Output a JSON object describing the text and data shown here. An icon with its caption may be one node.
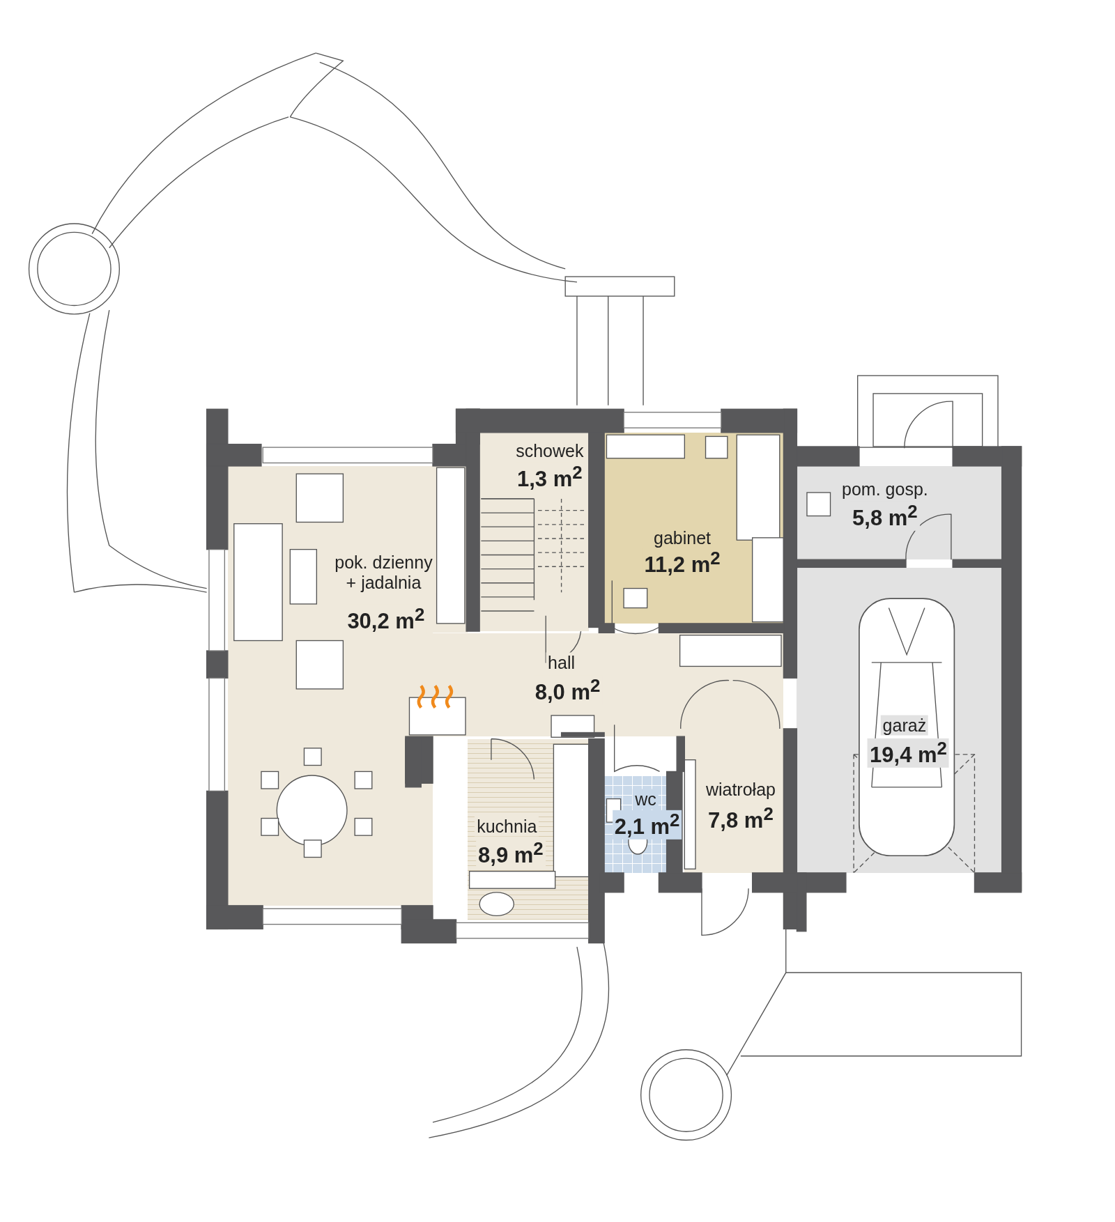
{
  "diagram": {
    "nodes": [
      {
        "text": [
          "schowek",
          "1,3 m$^{2}$"
        ]
      },
      {
        "text": [
          "pom. gosp.",
          "5,8 m$^{2}$"
        ]
      },
      {
        "text": [
          "gabinet",
          "11,2 m$^{2}$"
        ]
      },
      {
        "text": [
          "pok. dzienny + jadalnia",
          "30,2 m$^{2}$"
        ]
      },
      {
        "text": [
          "hall",
          "8,0 m$^{2}$"
        ]
      },
      {
        "text": [
          "garaż",
          "19,4 m$^{2}$"
        ]
      },
      {
        "text": [
          "wiatrołap",
          "7,8 m$^{2}$"
        ]
      },
      {
        "text": [
          "wc",
          "2,1 m$^{2}$"
        ]
      },
      {
        "text": [
          "kuchnia",
          "8,9 m$^{2}$"
        ]
      }
    ]
  }
}
